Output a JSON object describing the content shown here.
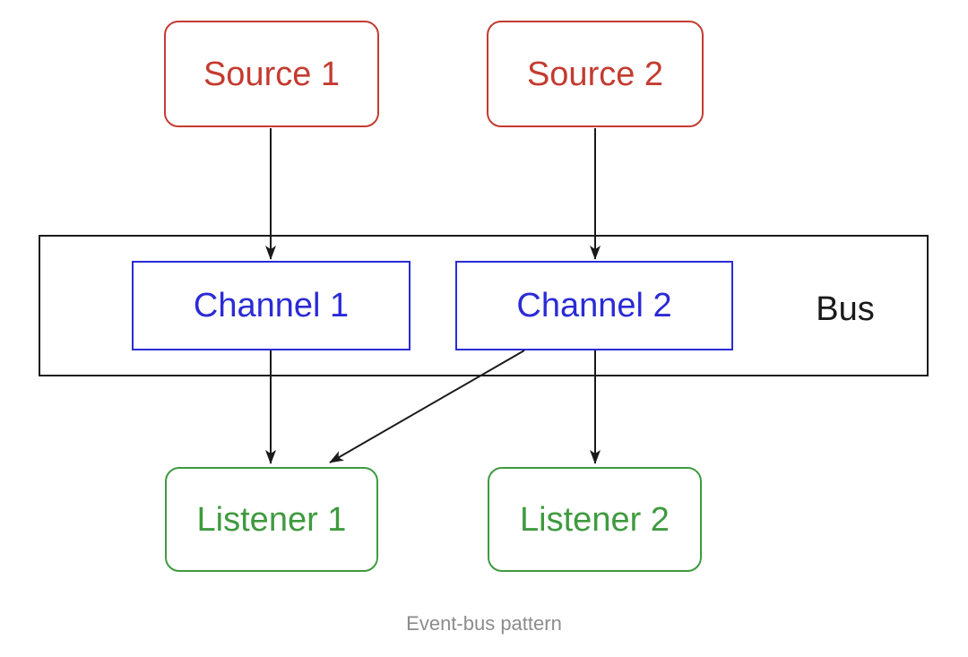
{
  "diagram": {
    "caption": "Event-bus pattern",
    "nodes": {
      "source1": {
        "label": "Source 1",
        "type": "source"
      },
      "source2": {
        "label": "Source 2",
        "type": "source"
      },
      "channel1": {
        "label": "Channel 1",
        "type": "channel"
      },
      "channel2": {
        "label": "Channel 2",
        "type": "channel"
      },
      "bus": {
        "label": "Bus",
        "type": "container"
      },
      "listener1": {
        "label": "Listener 1",
        "type": "listener"
      },
      "listener2": {
        "label": "Listener 2",
        "type": "listener"
      }
    },
    "edges": [
      {
        "from": "source1",
        "to": "channel1"
      },
      {
        "from": "source2",
        "to": "channel2"
      },
      {
        "from": "channel1",
        "to": "listener1"
      },
      {
        "from": "channel2",
        "to": "listener1"
      },
      {
        "from": "channel2",
        "to": "listener2"
      }
    ],
    "colors": {
      "source_red": "#c43b31",
      "channel_blue": "#2b2bd6",
      "listener_green": "#3f9a3f",
      "bus_border": "#1a1a1a",
      "arrow": "#1a1a1a",
      "caption_gray": "#8c8c8c",
      "background": "#ffffff"
    }
  }
}
